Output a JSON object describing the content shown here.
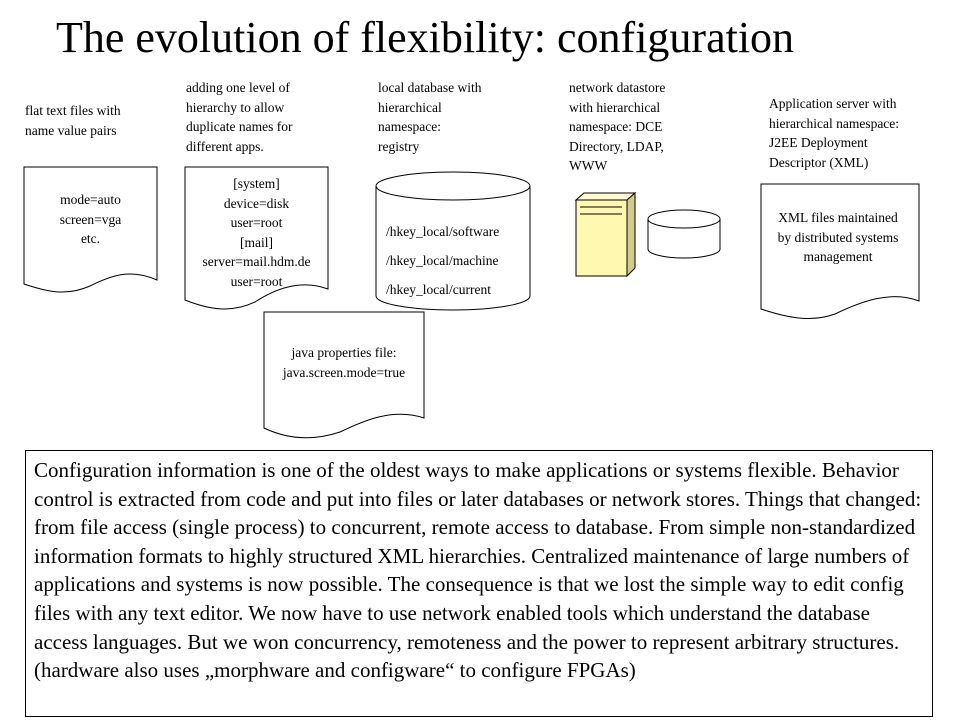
{
  "title": "The evolution of flexibility: configuration",
  "columns": [
    {
      "caption": "flat text files with\nname value pairs",
      "content": "mode=auto\nscreen=vga\netc."
    },
    {
      "caption": "adding one level of\nhierarchy to allow\nduplicate names for\ndifferent apps.",
      "content": "[system]\ndevice=disk\nuser=root\n[mail]\nserver=mail.hdm.de\nuser=root"
    },
    {
      "caption": "local database with\nhierarchical\nnamespace:\nregistry",
      "entries": [
        "/hkey_local/software",
        "/hkey_local/machine",
        "/hkey_local/current"
      ]
    },
    {
      "caption": "network datastore\nwith hierarchical\nnamespace: DCE\nDirectory, LDAP,\nWWW"
    },
    {
      "caption": "Application server with\nhierarchical namespace:\nJ2EE Deployment\nDescriptor (XML)",
      "content": "XML files maintained\nby distributed systems\nmanagement"
    }
  ],
  "java_properties": {
    "content": "java properties file:\njava.screen.mode=true"
  },
  "description": "Configuration information is one of the oldest ways to make applications or systems flexible. Behavior control is extracted from code and put into files or later databases or network stores. Things that changed: from file access (single process) to concurrent, remote access to database. From simple non-standardized information formats to highly structured XML hierarchies. Centralized maintenance of large numbers of applications and systems is now possible. The consequence is that we lost the simple way to edit config files with any text editor. We now have to use network enabled tools which understand the database access languages. But we won concurrency, remoteness and the power to represent arbitrary structures. (hardware also uses „morphware and configware“ to configure FPGAs)"
}
